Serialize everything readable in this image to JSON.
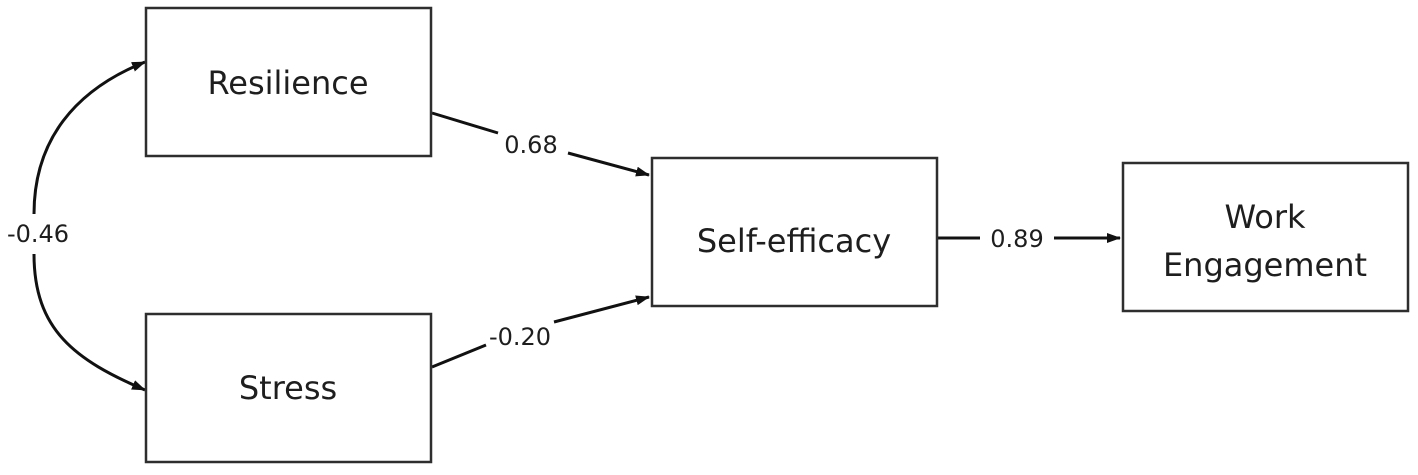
{
  "diagram": {
    "nodes": {
      "resilience": "Resilience",
      "stress": "Stress",
      "self_efficacy": "Self-efficacy",
      "work_engagement": [
        "Work",
        "Engagement"
      ]
    },
    "edges": {
      "resilience_self_efficacy": "0.68",
      "stress_self_efficacy": "-0.20",
      "self_efficacy_work_engagement": "0.89",
      "resilience_stress": "-0.46"
    },
    "colors": {
      "stroke": "#2e2e2e",
      "arrow": "#111111",
      "text": "#1e1e1e"
    }
  }
}
